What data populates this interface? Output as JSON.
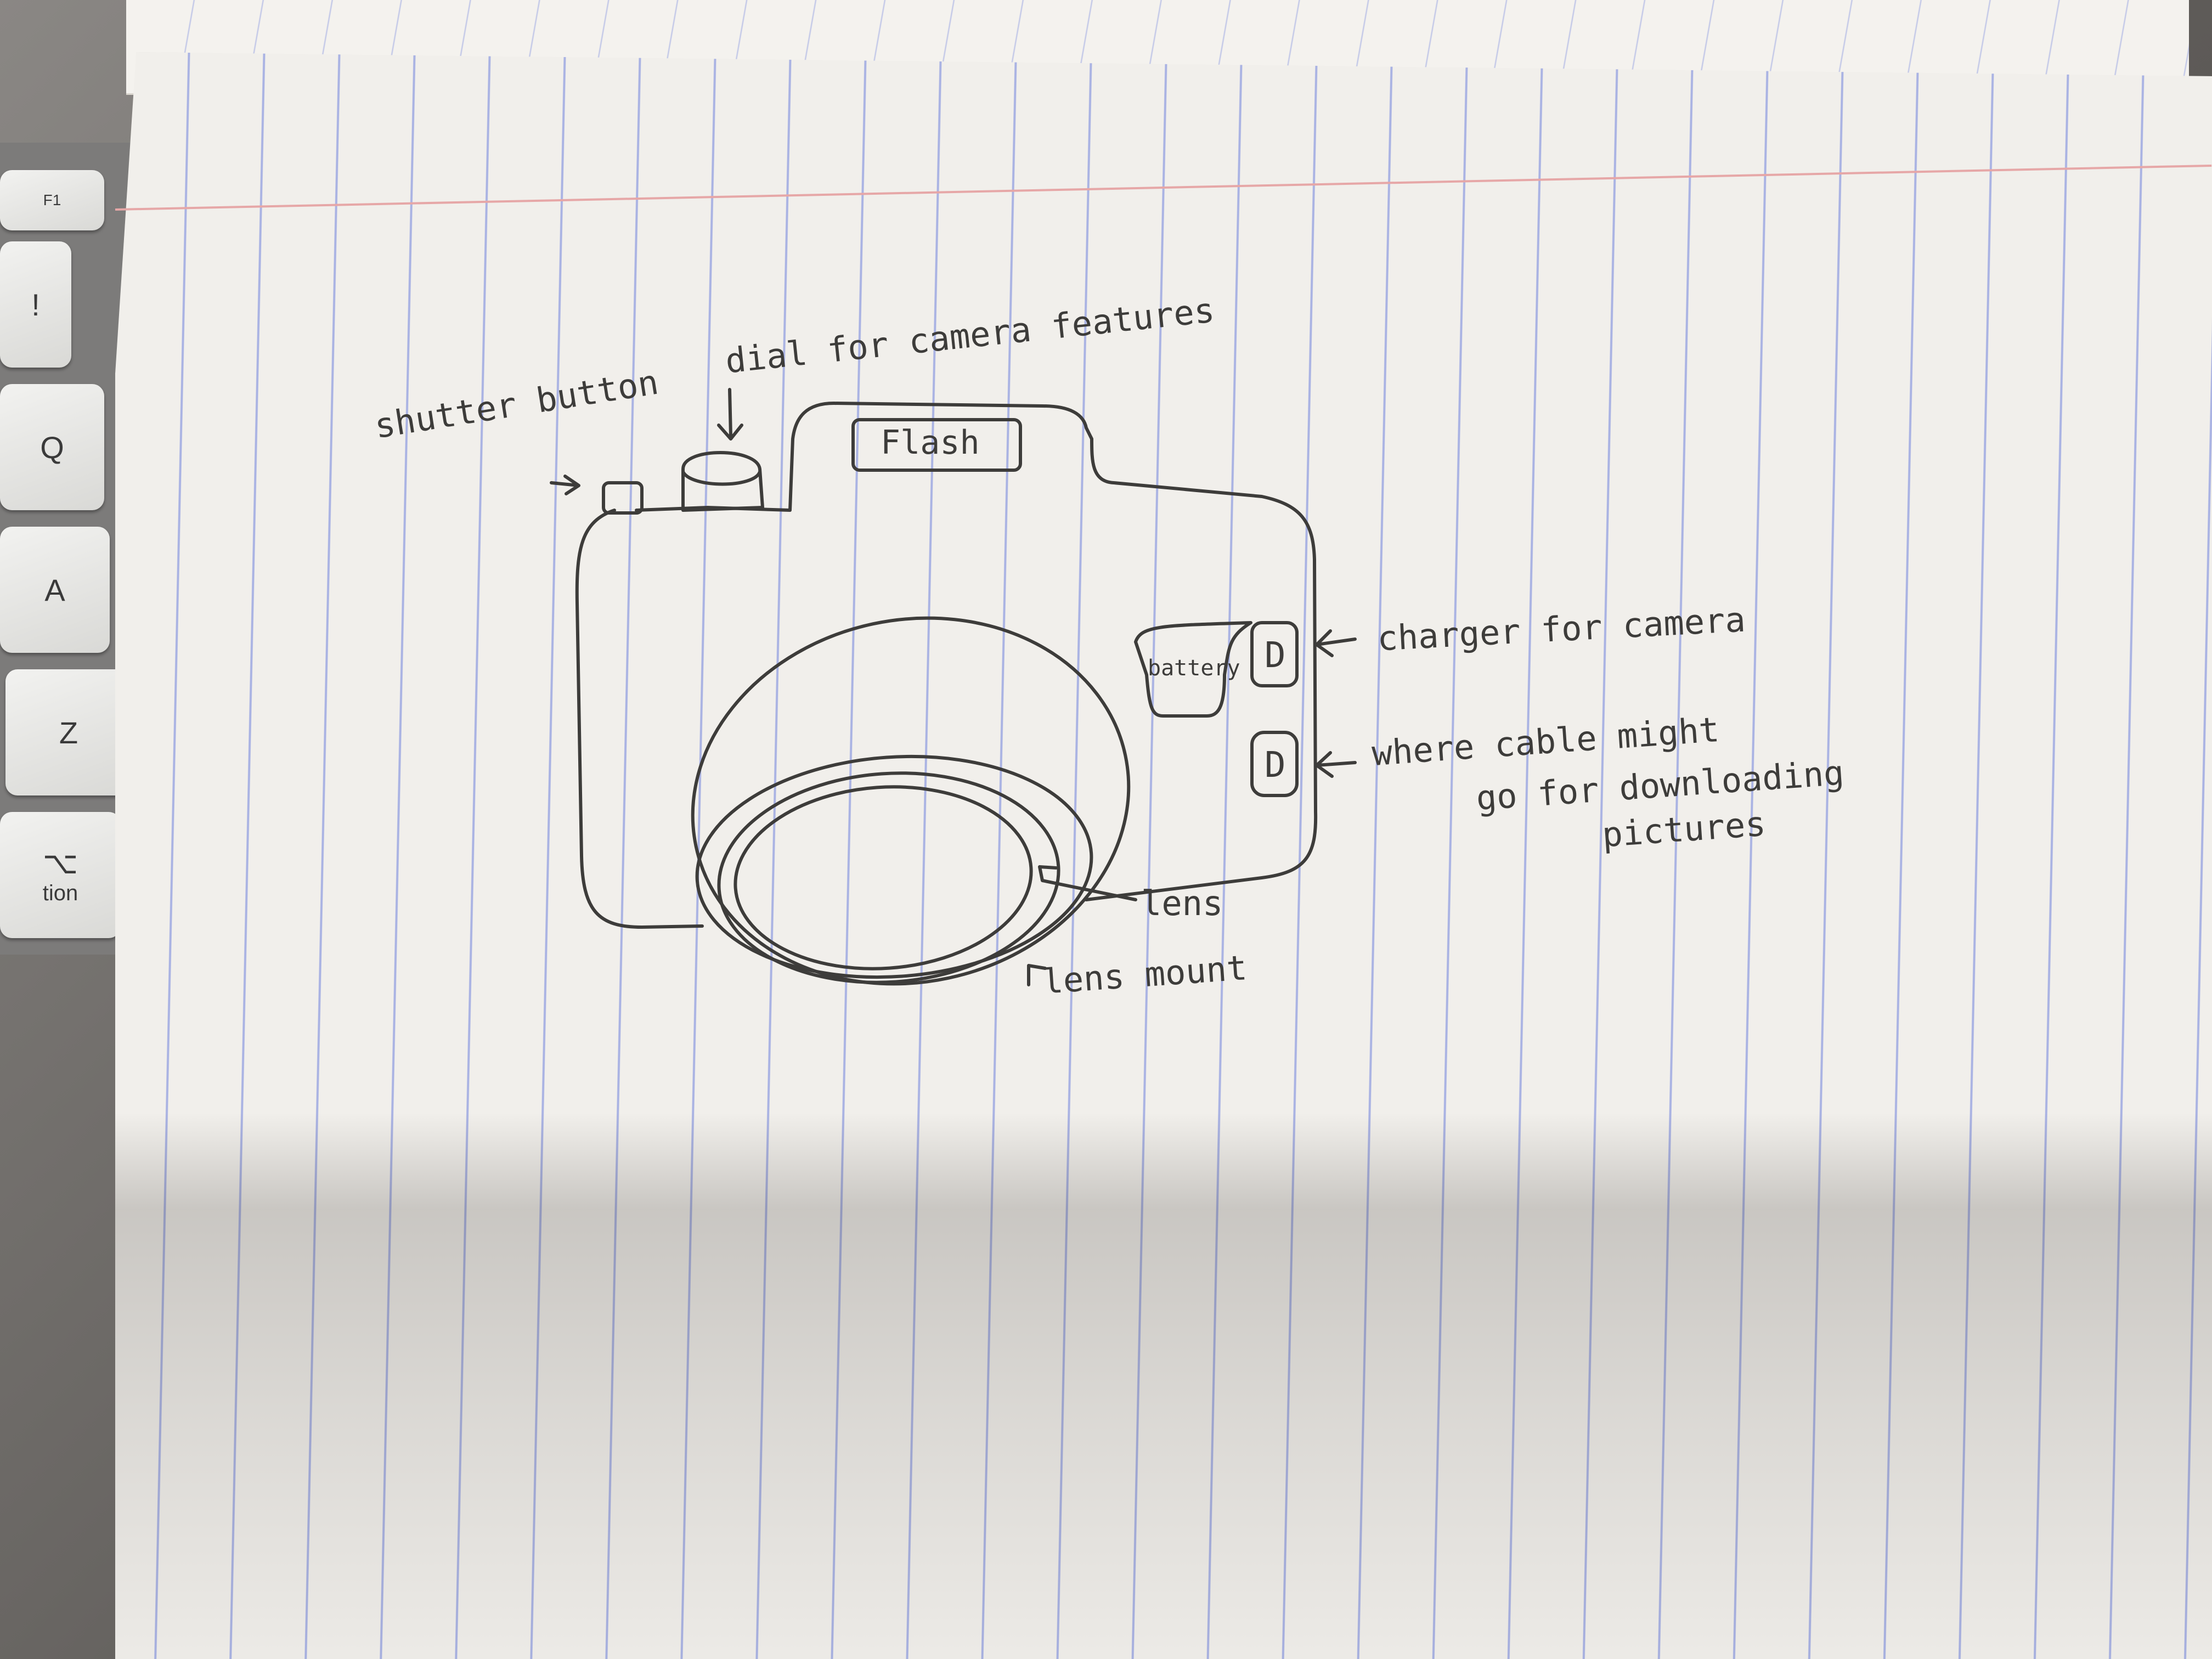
{
  "keyboard": {
    "keys": [
      {
        "label": "F1"
      },
      {
        "label": "!"
      },
      {
        "label": "Q"
      },
      {
        "label": "A"
      },
      {
        "label": "Z"
      },
      {
        "label": "⌥"
      },
      {
        "label": "tion"
      }
    ]
  },
  "sketch": {
    "parts": {
      "flash": "Flash",
      "battery": "battery",
      "port_top": "D",
      "port_bottom": "D"
    },
    "annotations": {
      "shutter": "shutter button",
      "dial": "dial for camera features",
      "charger": "charger for camera",
      "cable_line1": "where cable might",
      "cable_line2": "go for downloading",
      "cable_line3": "pictures",
      "lens": "lens",
      "lens_mount": "lens mount"
    }
  },
  "colors": {
    "ink": "#3d3c3a",
    "paper": "#f1efeb",
    "rule": "#aab3e3",
    "margin": "#e6a7a7"
  }
}
